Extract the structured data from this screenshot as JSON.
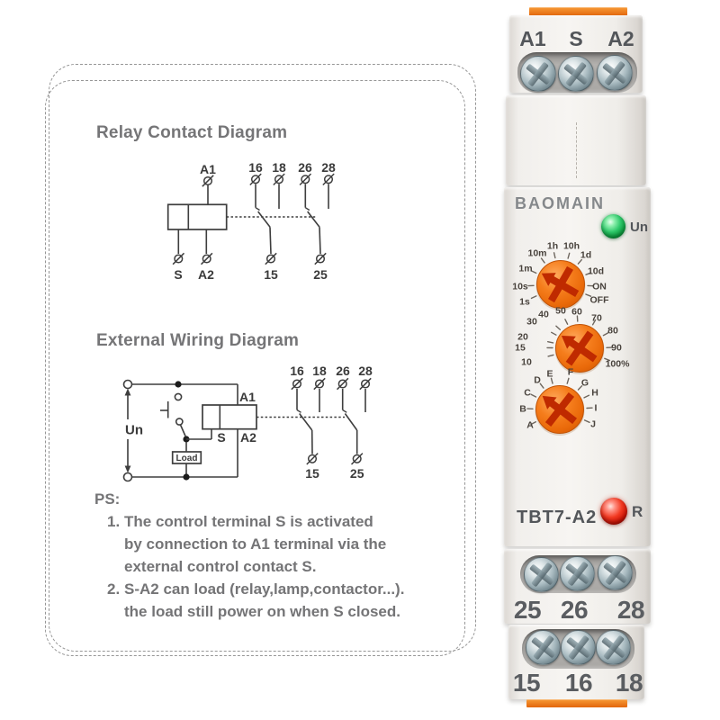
{
  "diagram_panel": {
    "relay_contact": {
      "title": "Relay Contact Diagram",
      "a1": "A1",
      "s": "S",
      "a2": "A2",
      "t16": "16",
      "t18": "18",
      "t26": "26",
      "t28": "28",
      "t15": "15",
      "t25": "25"
    },
    "external_wiring": {
      "title": "External Wiring Diagram",
      "un": "Un",
      "load": "Load",
      "a1": "A1",
      "s": "S",
      "a2": "A2",
      "t16": "16",
      "t18": "18",
      "t26": "26",
      "t28": "28",
      "t15": "15",
      "t25": "25"
    },
    "notes": {
      "heading": "PS:",
      "n1": "1.",
      "l1": "The control terminal S is activated",
      "l2": "by connection to A1 terminal via the",
      "l3": "external control contact S.",
      "n2": "2.",
      "l4": "S-A2 can load (relay,lamp,contactor...).",
      "l5": "the load still power on when S closed."
    }
  },
  "device": {
    "brand": "BAOMAIN",
    "model": "TBT7-A2",
    "top_terminals": [
      "A1",
      "S",
      "A2"
    ],
    "power_led_label": "Un",
    "relay_led_label": "R",
    "dial_time_range": [
      "1s",
      "10s",
      "1m",
      "10m",
      "1h",
      "10h",
      "1d",
      "10d",
      "ON",
      "OFF"
    ],
    "dial_percent": [
      "10",
      "15",
      "20",
      "30",
      "40",
      "50",
      "60",
      "70",
      "80",
      "90",
      "100%"
    ],
    "dial_mode": [
      "A",
      "B",
      "C",
      "D",
      "E",
      "F",
      "G",
      "H",
      "I",
      "J"
    ],
    "terminals_row1": [
      "25",
      "26",
      "28"
    ],
    "terminals_row2": [
      "15",
      "16",
      "18"
    ],
    "colors": {
      "accent_orange": "#ee7412",
      "knob_arrow_red": "#bf2a00",
      "led_green": "#14a047",
      "led_red": "#d61405",
      "dashed_border": "#969696"
    }
  }
}
